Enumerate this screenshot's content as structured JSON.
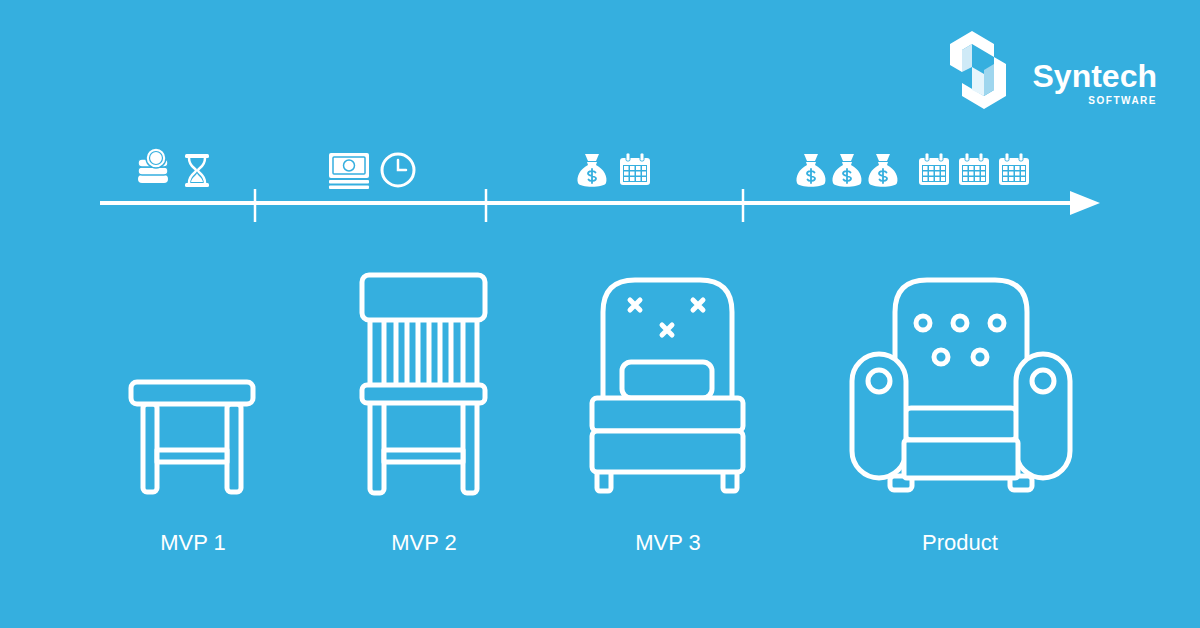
{
  "diagram": {
    "labels": [
      "Syntech",
      "SOFTWARE",
      "MVP 1",
      "MVP 2",
      "MVP 3",
      "Product"
    ]
  }
}
